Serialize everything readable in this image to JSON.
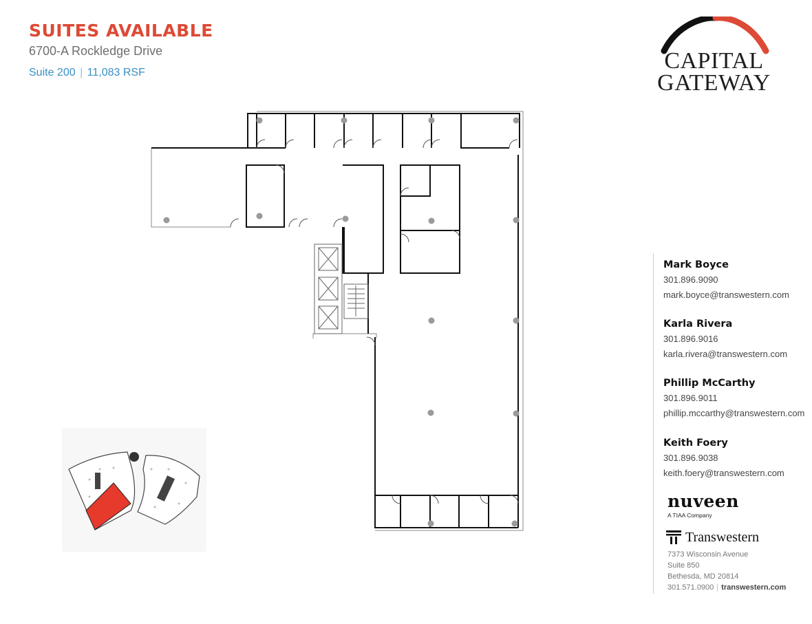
{
  "header": {
    "title": "SUITES AVAILABLE",
    "address": "6700-A Rockledge Drive",
    "suite": "Suite 200",
    "separator": "|",
    "rsf": "11,083 RSF"
  },
  "logo": {
    "line1": "CAPITAL",
    "line2": "GATEWAY",
    "arc_left_color": "#111111",
    "arc_right_color": "#dd4a35"
  },
  "colors": {
    "title": "#dd4a35",
    "suite_line": "#3a8fc4",
    "highlight_suite": "#e53a2c",
    "column_dot": "#9a9a9a",
    "wall": "#111111"
  },
  "contacts": [
    {
      "name": "Mark Boyce",
      "phone": "301.896.9090",
      "email": "mark.boyce@transwestern.com"
    },
    {
      "name": "Karla Rivera",
      "phone": "301.896.9016",
      "email": "karla.rivera@transwestern.com"
    },
    {
      "name": "Phillip McCarthy",
      "phone": "301.896.9011",
      "email": "phillip.mccarthy@transwestern.com"
    },
    {
      "name": "Keith Foery",
      "phone": "301.896.9038",
      "email": "keith.foery@transwestern.com"
    }
  ],
  "nuveen": {
    "brand": "nuveen",
    "tagline": "A TIAA Company"
  },
  "transwestern": {
    "name": "Transwestern",
    "address_line1": "7373 Wisconsin Avenue",
    "address_line2": "Suite 850",
    "address_line3": "Bethesda, MD 20814",
    "phone": "301.571.0900",
    "separator": "|",
    "website": "transwestern.com"
  }
}
